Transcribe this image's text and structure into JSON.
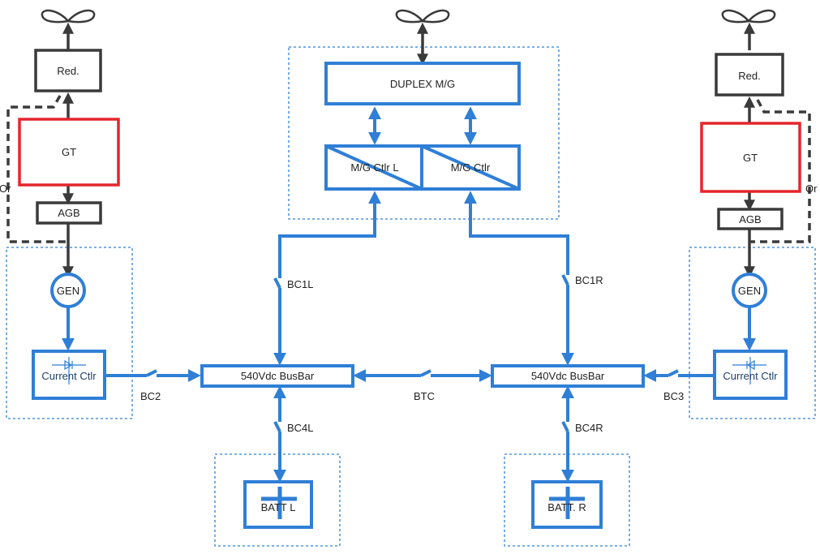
{
  "nodes": {
    "duplex_mg": "DUPLEX M/G",
    "mg_ctlr_l": "M/G Ctlr L",
    "mg_ctlr_r": "M/G Ctlr",
    "red_left": "Red.",
    "red_right": "Red.",
    "gt_left": "GT",
    "gt_right": "GT",
    "agb_left": "AGB",
    "agb_right": "AGB",
    "gen_left": "GEN",
    "gen_right": "GEN",
    "current_ctlr_left": "Current Ctlr",
    "current_ctlr_right": "Current Ctlr",
    "busbar_left": "540Vdc BusBar",
    "busbar_right": "540Vdc BusBar",
    "batt_left": "BATT L",
    "batt_right": "BATT. R"
  },
  "labels": {
    "bc1l": "BC1L",
    "bc1r": "BC1R",
    "bc2": "BC2",
    "bc3": "BC3",
    "bc4l": "BC4L",
    "bc4r": "BC4R",
    "btc": "BTC",
    "or_left": "Or",
    "or_right": "Or"
  },
  "colors": {
    "electrical": "#2f7fd6",
    "mechanical": "#3a3a3a",
    "gas_turbine": "#e3262c"
  }
}
